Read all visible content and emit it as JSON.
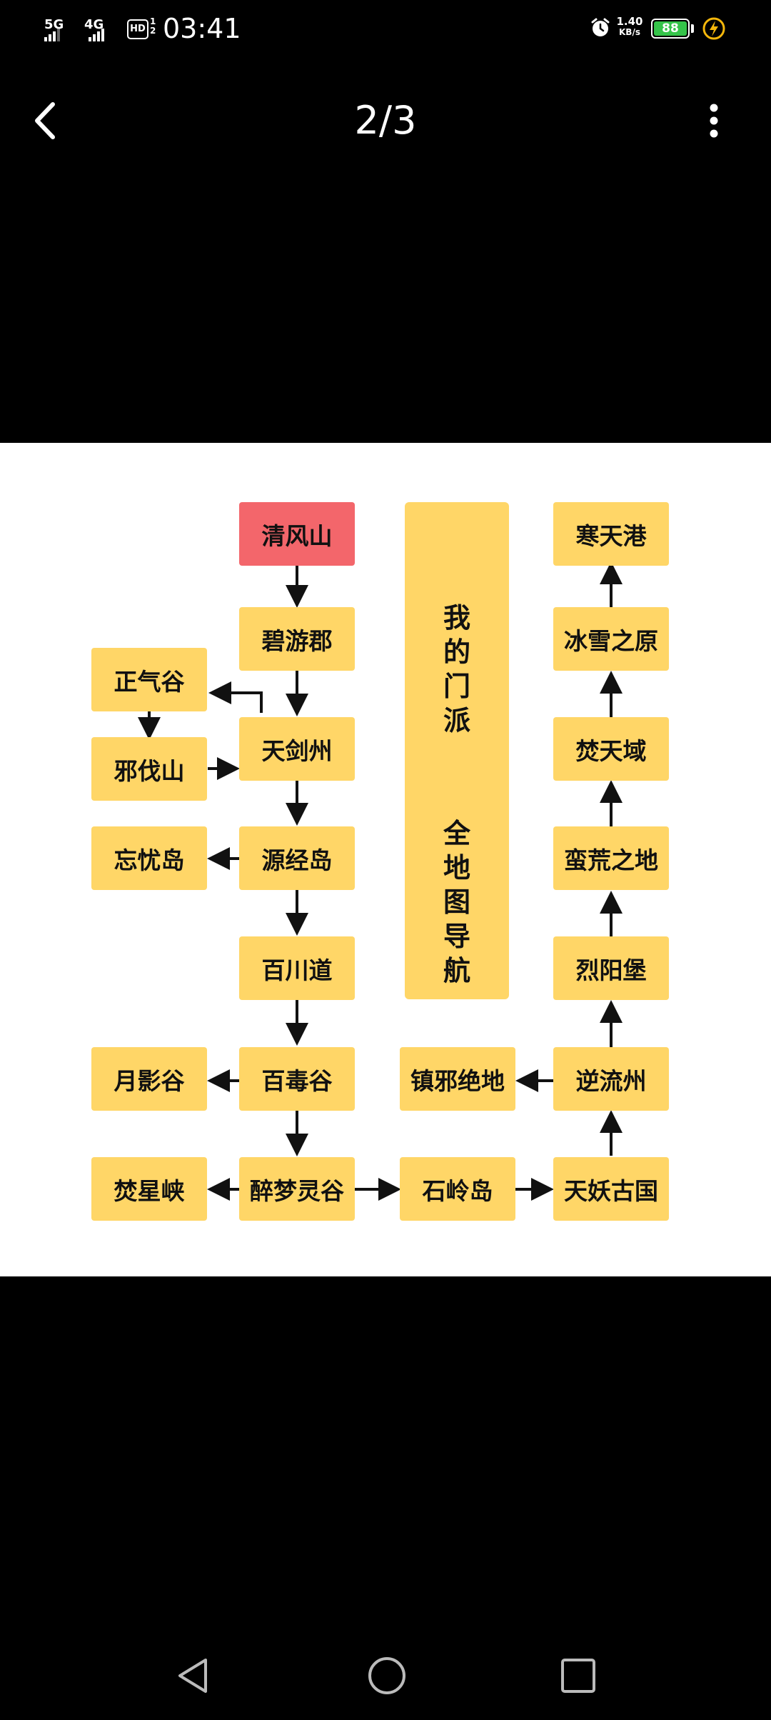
{
  "status_bar": {
    "sim1_type": "5G",
    "sim2_type": "4G",
    "hd_label": "HD",
    "hd_sub_top": "1",
    "hd_sub_bottom": "2",
    "time": "03:41",
    "net_speed_value": "1.40",
    "net_speed_unit": "KB/s",
    "battery_level": "88",
    "battery_color": "#35c44a",
    "charging_color": "#f5b70b"
  },
  "app_bar": {
    "page_counter": "2/3"
  },
  "map": {
    "title_col1": "我\n的\n门\n派",
    "title_col2": "全\n地\n图\n导\n航",
    "node_color": "#ffd667",
    "start_color": "#f3666b",
    "nodes": {
      "qingfengshan": "清风山",
      "biyoujun": "碧游郡",
      "zhengqigu": "正气谷",
      "tianjianzhou": "天剑州",
      "xiefashan": "邪伐山",
      "wangyoudao": "忘忧岛",
      "yuanjingdao": "源经岛",
      "baichuandao": "百川道",
      "yueyinggu": "月影谷",
      "baidugu": "百毒谷",
      "fenxingxia": "焚星峡",
      "zuimenglinggu": "醉梦灵谷",
      "shilingdao": "石岭岛",
      "tianyaoguguo": "天妖古国",
      "zhenxiejuedi": "镇邪绝地",
      "niliuzhou": "逆流州",
      "lieyangbao": "烈阳堡",
      "manhuangzhidi": "蛮荒之地",
      "fentianyu": "焚天域",
      "bingxuezhiyuan": "冰雪之原",
      "hantiangang": "寒天港"
    }
  },
  "nav_bar": {
    "back_icon": "triangle-back-icon",
    "home_icon": "circle-home-icon",
    "recents_icon": "square-recents-icon"
  }
}
